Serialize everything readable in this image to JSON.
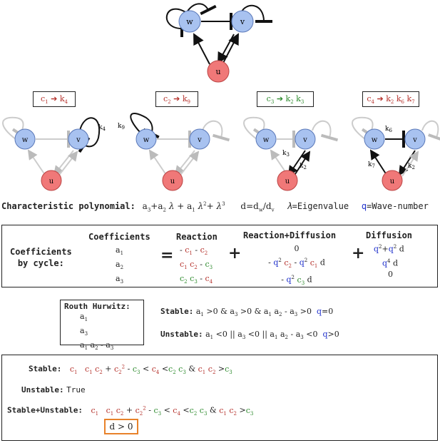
{
  "colors": {
    "node_blue": "#a8c2f0",
    "node_red": "#f07878",
    "edge_gray": "#c8c8c8",
    "orange": "#e8822a",
    "red": "#b5312b",
    "green": "#2e8b2e",
    "blue": "#2233cc"
  },
  "nodes": {
    "w": "w",
    "v": "v",
    "u": "u"
  },
  "cycles": [
    {
      "c": "c",
      "sub": "1",
      "arrow": "→",
      "k": "k",
      "ksub": "4"
    },
    {
      "c": "c",
      "sub": "2",
      "arrow": "→",
      "k": "k",
      "ksub": "9"
    },
    {
      "c": "c",
      "sub": "3",
      "arrow": "→",
      "k": "k",
      "ksub": "2 k3"
    },
    {
      "c": "c",
      "sub": "4",
      "arrow": "→",
      "k": "k",
      "ksub": "2 k6 k7"
    }
  ],
  "edge_labels": {
    "k4": "k4",
    "k9": "k9",
    "k3": "k3",
    "k2": "k2",
    "k6": "k6",
    "k7": "k7"
  },
  "char_poly": {
    "label": "Characteristic polynomial:",
    "formula": "a3+a2λ+a1λ²+λ³",
    "d_def": "d=dw/dv",
    "lambda_def": "λ=Eigenvalue",
    "q_symbol": "q",
    "q_def": "=Wave-number"
  },
  "coef_table": {
    "row_label_1": "Coefficients",
    "row_label_2": "by cycle:",
    "col_coef": "Coefficients",
    "col_reaction": "Reaction",
    "col_rd": "Reaction+Diffusion",
    "col_diff": "Diffusion",
    "coefs": [
      "a1",
      "a2",
      "a3"
    ],
    "eq": "=",
    "plus": "+"
  },
  "routh": {
    "title": "Routh Hurwitz:",
    "items": [
      "a1",
      "a3",
      "a1 a2 - a3"
    ],
    "stable_label": "Stable:",
    "unstable_label": "Unstable:"
  },
  "bottom": {
    "stable_label": "Stable:",
    "unstable_label": "Unstable:",
    "unstable_value": "True",
    "stable_unstable_label": "Stable+Unstable:",
    "d_cond": "d > 0"
  }
}
